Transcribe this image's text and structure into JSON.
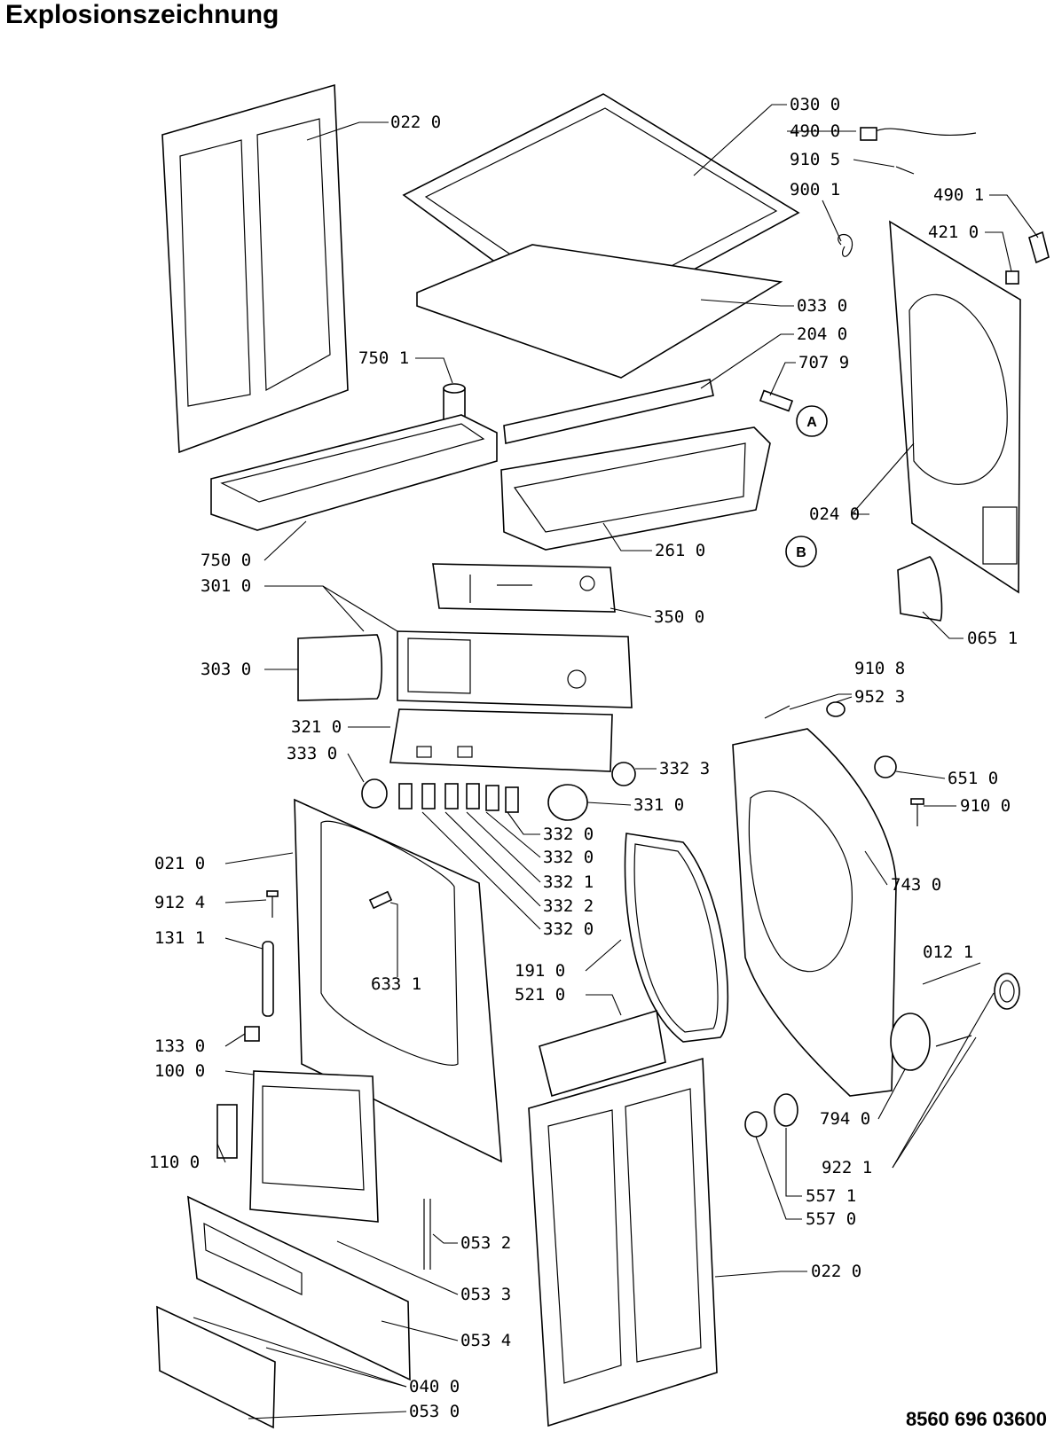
{
  "title": "Explosionszeichnung",
  "document_number": "8560 696 03600",
  "callouts": [
    {
      "id": "c-0220-top",
      "label": "022 0"
    },
    {
      "id": "c-0300",
      "label": "030 0"
    },
    {
      "id": "c-4900",
      "label": "490 0"
    },
    {
      "id": "c-9105",
      "label": "910 5"
    },
    {
      "id": "c-9001",
      "label": "900 1"
    },
    {
      "id": "c-4901",
      "label": "490 1"
    },
    {
      "id": "c-4210",
      "label": "421 0"
    },
    {
      "id": "c-0330",
      "label": "033 0"
    },
    {
      "id": "c-2040",
      "label": "204 0"
    },
    {
      "id": "c-7501",
      "label": "750 1"
    },
    {
      "id": "c-7079",
      "label": "707 9"
    },
    {
      "id": "c-0240",
      "label": "024 0"
    },
    {
      "id": "c-7500",
      "label": "750 0"
    },
    {
      "id": "c-2610",
      "label": "261 0"
    },
    {
      "id": "c-3010",
      "label": "301 0"
    },
    {
      "id": "c-3500",
      "label": "350 0"
    },
    {
      "id": "c-0651",
      "label": "065 1"
    },
    {
      "id": "c-3030",
      "label": "303 0"
    },
    {
      "id": "c-9108",
      "label": "910 8"
    },
    {
      "id": "c-9523",
      "label": "952 3"
    },
    {
      "id": "c-3210",
      "label": "321 0"
    },
    {
      "id": "c-3330",
      "label": "333 0"
    },
    {
      "id": "c-3323",
      "label": "332 3"
    },
    {
      "id": "c-6510",
      "label": "651 0"
    },
    {
      "id": "c-3310",
      "label": "331 0"
    },
    {
      "id": "c-9100",
      "label": "910 0"
    },
    {
      "id": "c-3320-a",
      "label": "332 0"
    },
    {
      "id": "c-0210",
      "label": "021 0"
    },
    {
      "id": "c-3320-b",
      "label": "332 0"
    },
    {
      "id": "c-3321",
      "label": "332 1"
    },
    {
      "id": "c-7430",
      "label": "743 0"
    },
    {
      "id": "c-9124",
      "label": "912 4"
    },
    {
      "id": "c-3322",
      "label": "332 2"
    },
    {
      "id": "c-3320-c",
      "label": "332 0"
    },
    {
      "id": "c-1311",
      "label": "131 1"
    },
    {
      "id": "c-0121",
      "label": "012 1"
    },
    {
      "id": "c-1910",
      "label": "191 0"
    },
    {
      "id": "c-6331",
      "label": "633 1"
    },
    {
      "id": "c-5210",
      "label": "521 0"
    },
    {
      "id": "c-1330",
      "label": "133 0"
    },
    {
      "id": "c-1000",
      "label": "100 0"
    },
    {
      "id": "c-7940",
      "label": "794 0"
    },
    {
      "id": "c-1100",
      "label": "110 0"
    },
    {
      "id": "c-9221",
      "label": "922 1"
    },
    {
      "id": "c-5571",
      "label": "557 1"
    },
    {
      "id": "c-5570",
      "label": "557 0"
    },
    {
      "id": "c-0532",
      "label": "053 2"
    },
    {
      "id": "c-0220-bottom",
      "label": "022 0"
    },
    {
      "id": "c-0533",
      "label": "053 3"
    },
    {
      "id": "c-0534",
      "label": "053 4"
    },
    {
      "id": "c-0400",
      "label": "040 0"
    },
    {
      "id": "c-0530",
      "label": "053 0"
    }
  ],
  "reference_markers": [
    "A",
    "B"
  ]
}
